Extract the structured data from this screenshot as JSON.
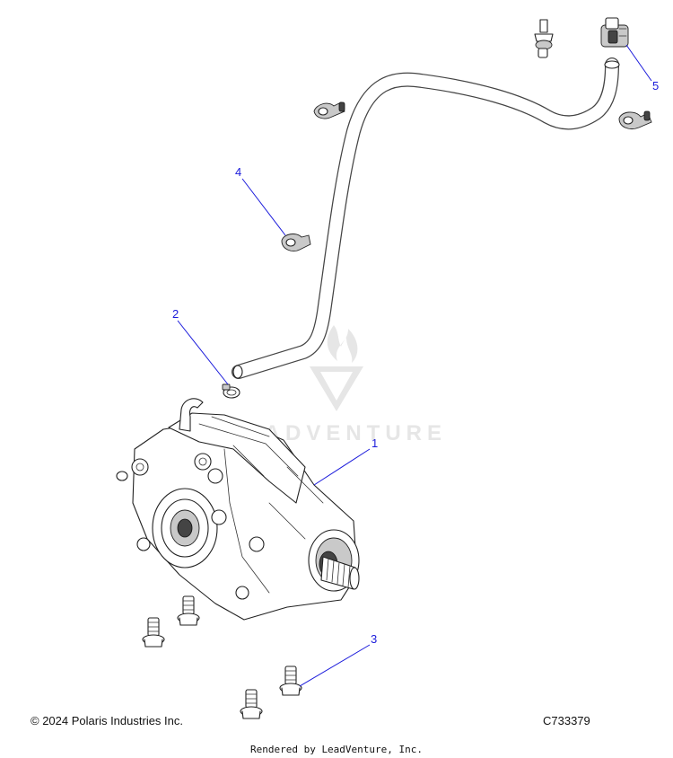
{
  "watermark": {
    "text": "LEADVENTURE"
  },
  "callouts": [
    {
      "id": "1",
      "label": "1"
    },
    {
      "id": "2",
      "label": "2"
    },
    {
      "id": "3",
      "label": "3"
    },
    {
      "id": "4",
      "label": "4"
    },
    {
      "id": "5",
      "label": "5"
    }
  ],
  "footer": {
    "copyright": "© 2024 Polaris Industries Inc.",
    "drawing_id": "C733379",
    "rendered_by": "Rendered by LeadVenture, Inc."
  },
  "colors": {
    "callout": "#1a1adb",
    "line_art": "#222222",
    "watermark": "#e6e6e6"
  }
}
